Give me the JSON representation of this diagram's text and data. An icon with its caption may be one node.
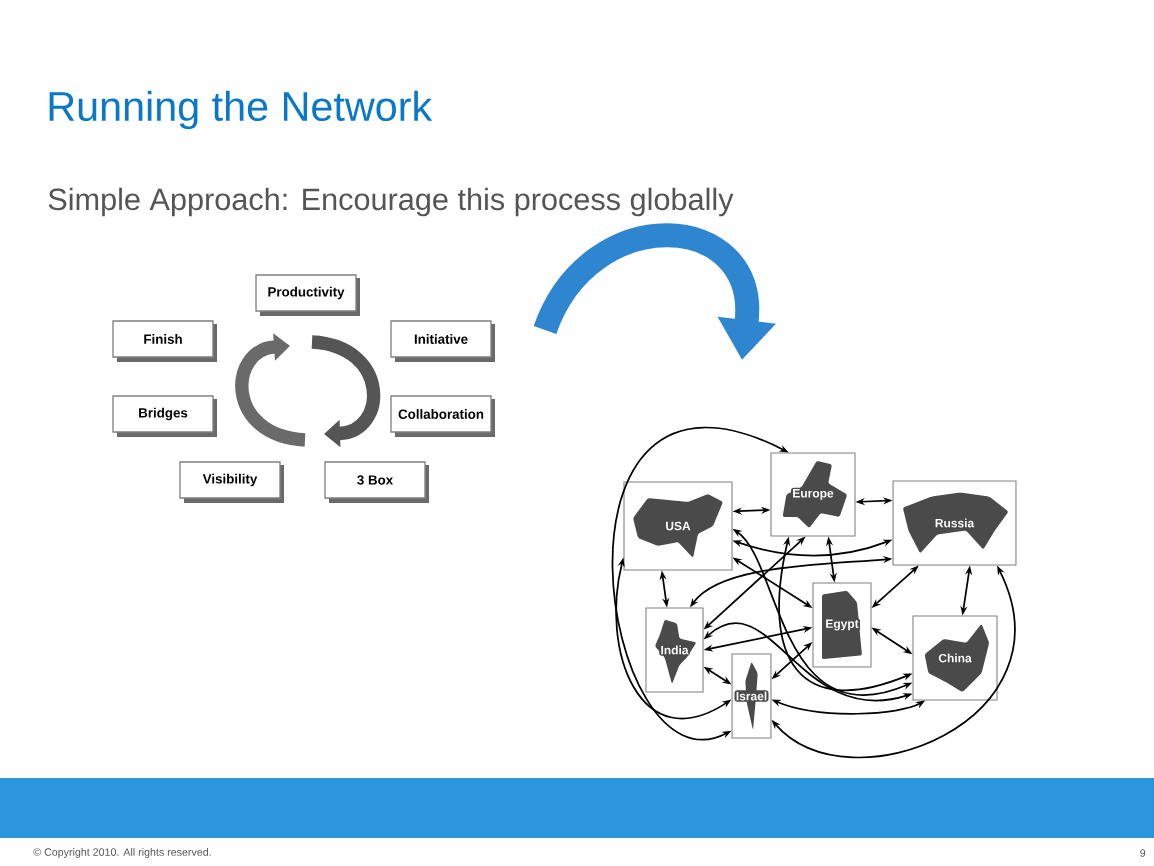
{
  "diagram": {
    "title": "Running the Network",
    "nodes": [
      {
        "text": [
          "Productivity"
        ]
      },
      {
        "text": [
          "Finish"
        ]
      },
      {
        "text": [
          "Initiative"
        ]
      },
      {
        "text": [
          "Bridges"
        ]
      },
      {
        "text": [
          "Collaboration"
        ]
      },
      {
        "text": [
          "Visibility"
        ]
      },
      {
        "text": [
          "3 Box"
        ]
      },
      {
        "text": [
          "USA"
        ]
      },
      {
        "text": [
          "Europe"
        ]
      },
      {
        "text": [
          "Russia"
        ]
      },
      {
        "text": [
          "India"
        ]
      },
      {
        "text": [
          "Egypt"
        ]
      },
      {
        "text": [
          "China"
        ]
      },
      {
        "text": [
          "Israel"
        ]
      }
    ],
    "edges": [
      {
        "from": 7,
        "to": 8,
        "arrow": "both"
      },
      {
        "from": 8,
        "to": 9,
        "arrow": "both"
      },
      {
        "from": 7,
        "to": 10,
        "arrow": "both"
      },
      {
        "from": 7,
        "to": 11,
        "arrow": "both"
      },
      {
        "from": 7,
        "to": 9,
        "arrow": "both"
      },
      {
        "from": 8,
        "to": 11,
        "arrow": "both"
      },
      {
        "from": 8,
        "to": 10,
        "arrow": "both"
      },
      {
        "from": 9,
        "to": 11,
        "arrow": "both"
      },
      {
        "from": 9,
        "to": 12,
        "arrow": "both"
      },
      {
        "from": 11,
        "to": 12,
        "arrow": "both"
      },
      {
        "from": 10,
        "to": 11,
        "arrow": "both"
      },
      {
        "from": 11,
        "to": 13,
        "arrow": "both"
      },
      {
        "from": 10,
        "to": 13,
        "arrow": "both"
      },
      {
        "from": 7,
        "to": 13,
        "arrow": "both"
      },
      {
        "from": 7,
        "to": 12,
        "arrow": "both"
      },
      {
        "from": 10,
        "to": 9,
        "arrow": "both"
      },
      {
        "from": 13,
        "to": 12,
        "arrow": "both"
      },
      {
        "from": 13,
        "to": 9,
        "arrow": "both"
      },
      {
        "from": 8,
        "to": 12,
        "arrow": "both"
      },
      {
        "from": 13,
        "to": 8,
        "arrow": "both"
      },
      {
        "from": 10,
        "to": 12,
        "arrow": "both"
      }
    ],
    "labels": [
      "Simple Approach: Encourage this process globally",
      "© Copyright 2010. All rights reserved.",
      "9"
    ]
  }
}
